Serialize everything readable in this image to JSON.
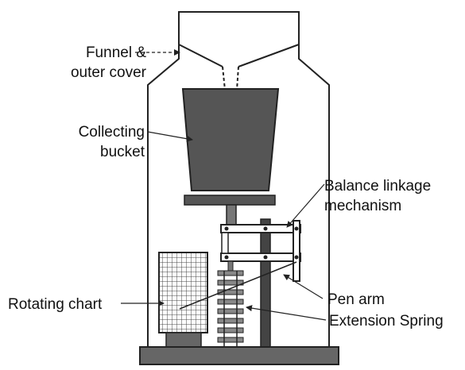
{
  "labels": {
    "funnel": [
      "Funnel &",
      "outer cover"
    ],
    "bucket": [
      "Collecting",
      "bucket"
    ],
    "linkage": [
      "Balance linkage",
      "mechanism"
    ],
    "chart": "Rotating chart",
    "pen_arm": "Pen arm",
    "spring": "Extension Spring"
  },
  "colors": {
    "line": "#222222",
    "bucket_fill": "#555555",
    "spring_fill": "#888888",
    "chart_grid": "#444444",
    "base_fill": "#666666"
  }
}
